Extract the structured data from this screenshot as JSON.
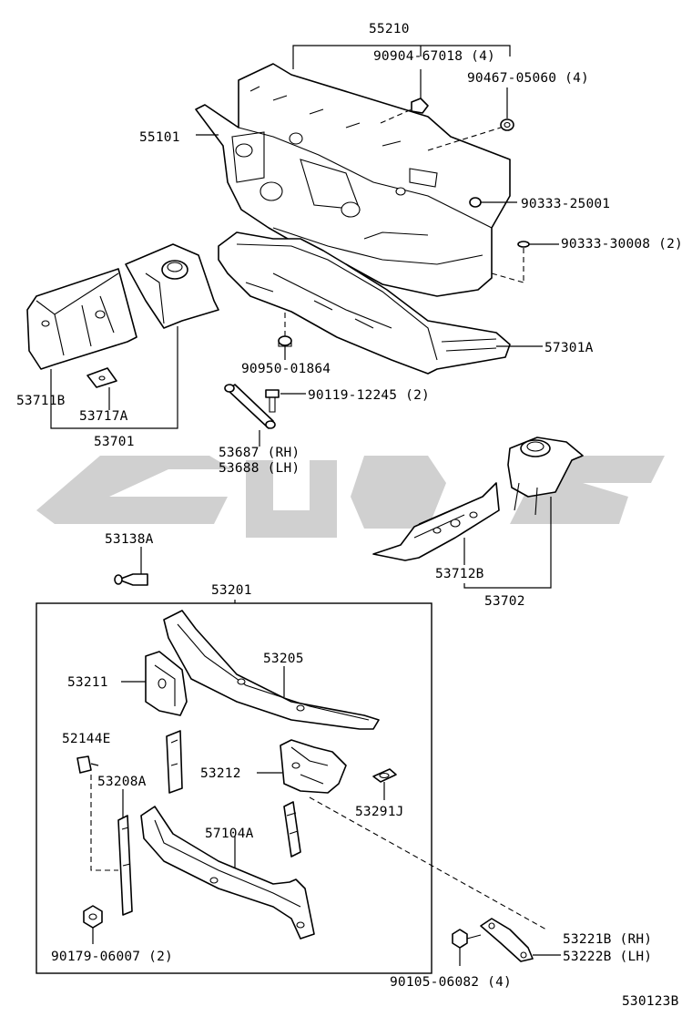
{
  "diagram_id": "530123B",
  "labels": {
    "p55210": "55210",
    "p90904": "90904-67018 (4)",
    "p90467": "90467-05060 (4)",
    "p55101": "55101",
    "p90333_25001": "90333-25001",
    "p90333_30008": "90333-30008 (2)",
    "p57301A": "57301A",
    "p90950": "90950-01864",
    "p90119": "90119-12245 (2)",
    "p53711B": "53711B",
    "p53717A": "53717A",
    "p53701": "53701",
    "p53687": "53687 (RH)",
    "p53688": "53688 (LH)",
    "p53138A": "53138A",
    "p53712B": "53712B",
    "p53702": "53702",
    "p53201": "53201",
    "p53205": "53205",
    "p53211": "53211",
    "p52144E": "52144E",
    "p53212": "53212",
    "p53208A": "53208A",
    "p53291J": "53291J",
    "p57104A": "57104A",
    "p90179": "90179-06007 (2)",
    "p53221B": "53221B (RH)",
    "p53222B": "53222B (LH)",
    "p90105": "90105-06082 (4)"
  },
  "watermark": {
    "description_color": "#c8c8c8"
  }
}
